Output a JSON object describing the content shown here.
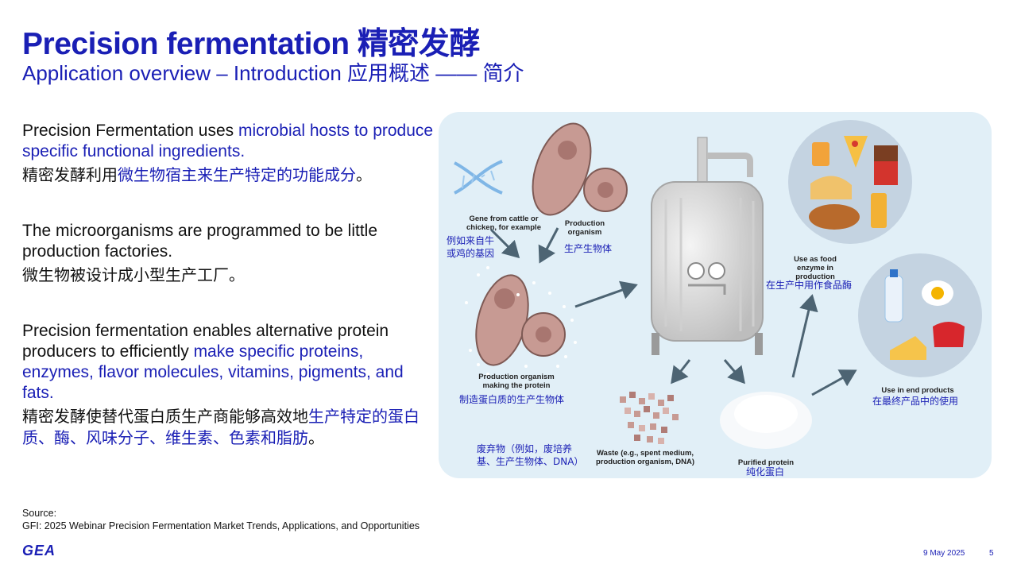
{
  "header": {
    "title": "Precision fermentation  精密发酵",
    "subtitle": "Application overview – Introduction  应用概述 —— 简介"
  },
  "points": [
    {
      "en_plain": "Precision Fermentation uses ",
      "en_highlight": "microbial hosts to produce specific functional ingredients.",
      "zh_plain": "精密发酵利用",
      "zh_highlight": "微生物宿主来生产特定的功能成分",
      "zh_tail": "。"
    },
    {
      "en_plain": "The microorganisms are programmed to be little production factories.",
      "zh_plain": "微生物被设计成小型生产工厂。"
    },
    {
      "en_plain": "Precision fermentation enables alternative protein producers to efficiently ",
      "en_highlight": "make specific proteins, enzymes, flavor molecules, vitamins, pigments, and fats.",
      "zh_plain": "精密发酵使替代蛋白质生产商能够高效地",
      "zh_highlight": "生产特定的蛋白质、酶、风味分子、维生素、色素和脂肪",
      "zh_tail": "。"
    }
  ],
  "diagram": {
    "gene": {
      "en1": "Gene from cattle or",
      "en2": "chicken, for example",
      "zh1": "例如来自牛",
      "zh2": "或鸡的基因"
    },
    "production_organism": {
      "en1": "Production",
      "en2": "organism",
      "zh": "生产生物体"
    },
    "making_protein": {
      "en1": "Production organism",
      "en2": "making the protein",
      "zh": "制造蛋白质的生产生物体"
    },
    "food_enzyme": {
      "en1": "Use as food",
      "en2": "enzyme in",
      "en3": "production",
      "zh": "在生产中用作食品酶"
    },
    "end_products": {
      "en": "Use in end products",
      "zh": "在最终产品中的使用"
    },
    "waste": {
      "en1": "Waste (e.g., spent medium,",
      "en2": "production organism, DNA)",
      "zh1": "废弃物（例如，废培养",
      "zh2": "基、生产生物体、DNA）"
    },
    "purified": {
      "en": "Purified protein",
      "zh": "纯化蛋白"
    }
  },
  "source": {
    "label": "Source:",
    "text": "GFI: 2025 Webinar Precision Fermentation Market Trends, Applications, and Opportunities"
  },
  "footer": {
    "logo": "GEA",
    "date": "9 May 2025",
    "page": "5"
  },
  "colors": {
    "brand_blue": "#1a1fb5",
    "panel_bg": "#e1eff7",
    "cell": "#c79a93",
    "arrow": "#4d6473"
  }
}
